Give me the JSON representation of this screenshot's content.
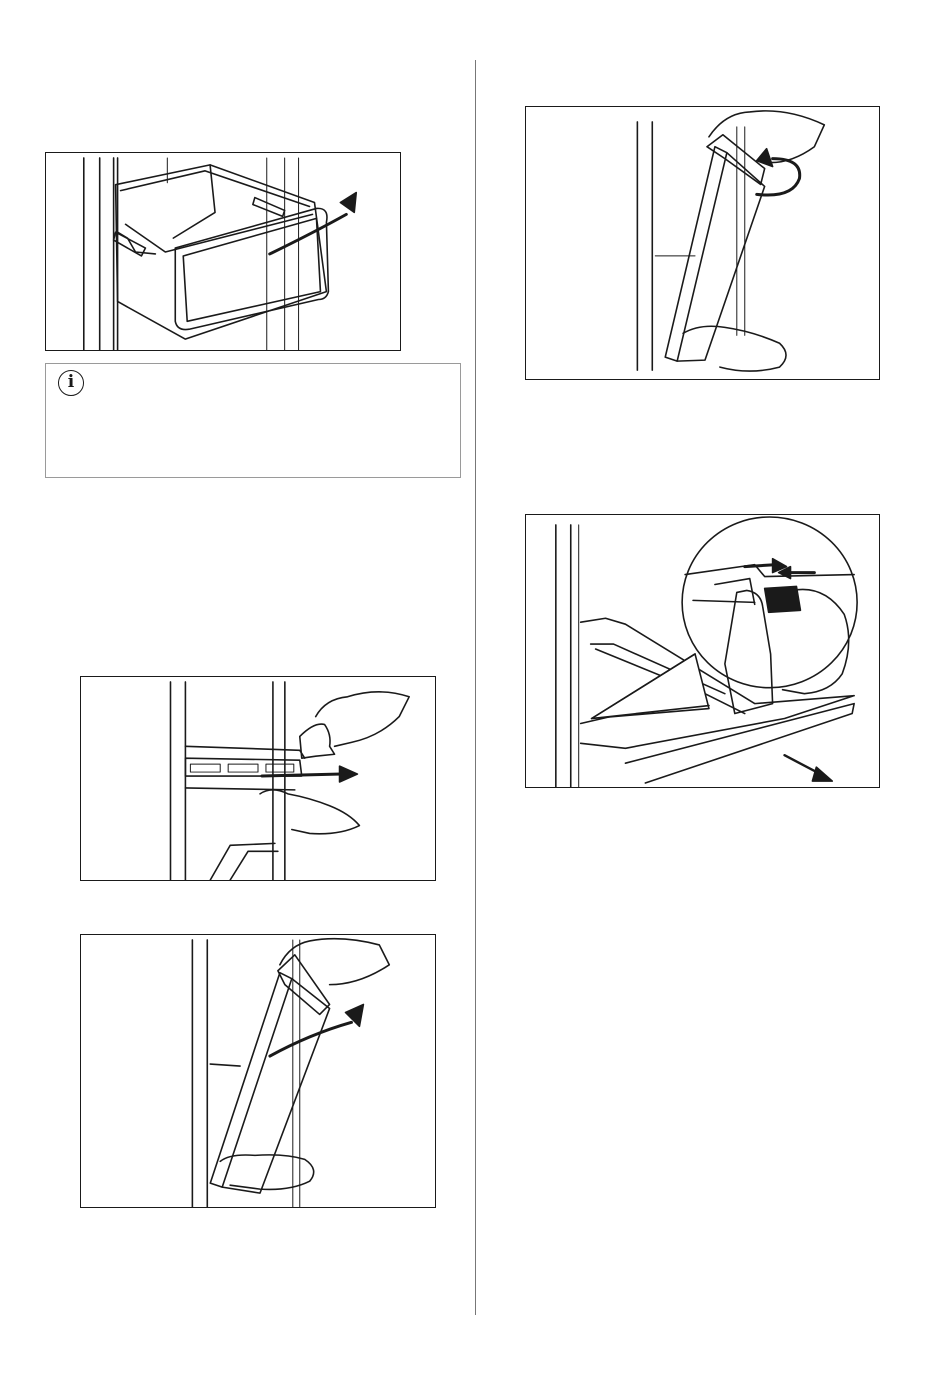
{
  "info_box": {
    "icon": "info-icon",
    "icon_glyph": "i"
  },
  "figures": [
    {
      "id": "fig-drawer-lift",
      "icon": "drawer-lift-illustration"
    },
    {
      "id": "fig-shelf-pull",
      "icon": "shelf-pull-illustration"
    },
    {
      "id": "fig-shelf-tilt",
      "icon": "shelf-tilt-illustration"
    },
    {
      "id": "fig-shelf-rotate",
      "icon": "shelf-rotate-illustration"
    },
    {
      "id": "fig-shelf-clip",
      "icon": "shelf-clip-illustration"
    }
  ]
}
